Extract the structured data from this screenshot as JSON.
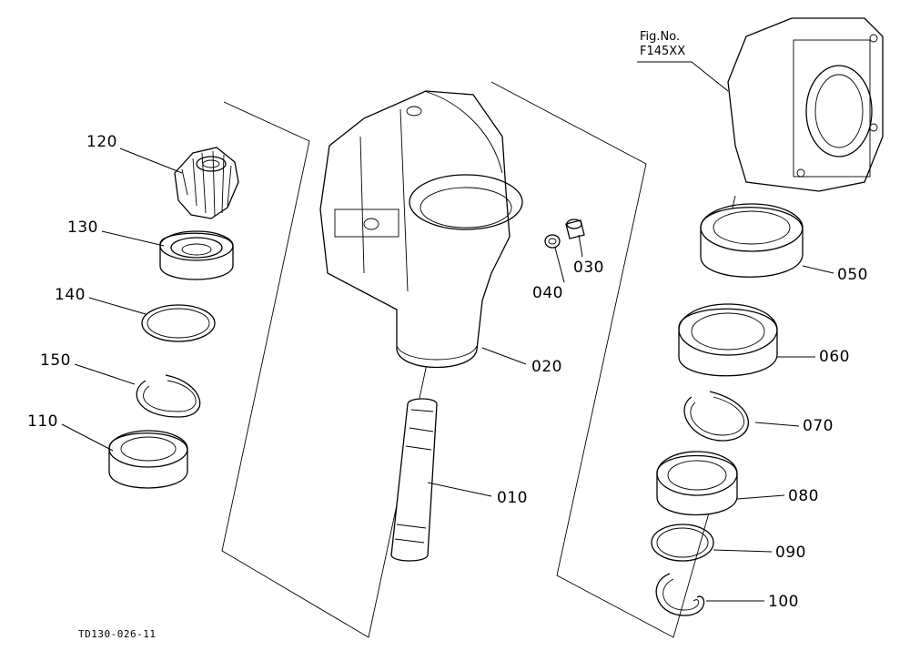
{
  "figure": {
    "fig_ref_line1": "Fig.No.",
    "fig_ref_line2": "F145XX",
    "drawing_id": "TD130-026-11"
  },
  "callouts": [
    {
      "ref": "120",
      "part": "bevel-gear"
    },
    {
      "ref": "130",
      "part": "ball-bearing"
    },
    {
      "ref": "140",
      "part": "shim"
    },
    {
      "ref": "150",
      "part": "internal-snap-ring"
    },
    {
      "ref": "110",
      "part": "oil-seal"
    },
    {
      "ref": "010",
      "part": "splined-shaft"
    },
    {
      "ref": "020",
      "part": "gear-case"
    },
    {
      "ref": "040",
      "part": "washer"
    },
    {
      "ref": "030",
      "part": "plug"
    },
    {
      "ref": "050",
      "part": "oil-seal"
    },
    {
      "ref": "060",
      "part": "ball-bearing"
    },
    {
      "ref": "070",
      "part": "internal-snap-ring"
    },
    {
      "ref": "080",
      "part": "ball-bearing"
    },
    {
      "ref": "090",
      "part": "shim"
    },
    {
      "ref": "100",
      "part": "internal-snap-ring"
    }
  ],
  "colors": {
    "line": "#000000",
    "background": "#ffffff"
  }
}
